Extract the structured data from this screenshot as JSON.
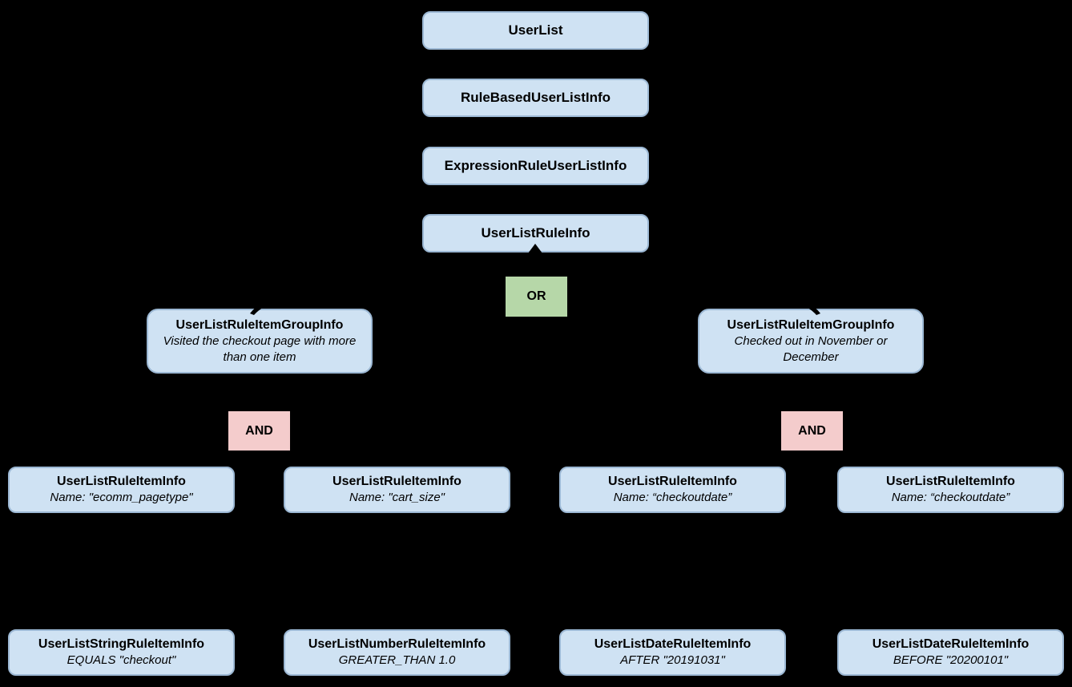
{
  "colors": {
    "background": "#000000",
    "node_fill": "#cfe2f3",
    "node_border": "#9cb8d4",
    "or_fill": "#b6d7a8",
    "and_fill": "#f4cccc",
    "text": "#000000"
  },
  "hierarchy": {
    "userlist": {
      "label": "UserList"
    },
    "rule_based_user_list_info": {
      "label": "RuleBasedUserListInfo"
    },
    "expression_rule_user_list_info": {
      "label": "ExpressionRuleUserListInfo"
    },
    "user_list_rule_info": {
      "label": "UserListRuleInfo"
    },
    "or_operator": {
      "label": "OR"
    },
    "groups": [
      {
        "label": "UserListRuleItemGroupInfo",
        "description": "Visited the checkout page with more than one item"
      },
      {
        "label": "UserListRuleItemGroupInfo",
        "description": "Checked out in November or December"
      }
    ],
    "and_operators": [
      {
        "label": "AND"
      },
      {
        "label": "AND"
      }
    ],
    "rule_items": [
      {
        "label": "UserListRuleItemInfo",
        "description": "Name: \"ecomm_pagetype\""
      },
      {
        "label": "UserListRuleItemInfo",
        "description": "Name: \"cart_size\""
      },
      {
        "label": "UserListRuleItemInfo",
        "description": "Name: “checkoutdate”"
      },
      {
        "label": "UserListRuleItemInfo",
        "description": "Name: “checkoutdate”"
      }
    ],
    "leaf_items": [
      {
        "label": "UserListStringRuleItemInfo",
        "description": "EQUALS \"checkout\""
      },
      {
        "label": "UserListNumberRuleItemInfo",
        "description": "GREATER_THAN 1.0"
      },
      {
        "label": "UserListDateRuleItemInfo",
        "description": "AFTER \"20191031\""
      },
      {
        "label": "UserListDateRuleItemInfo",
        "description": "BEFORE \"20200101\""
      }
    ]
  }
}
